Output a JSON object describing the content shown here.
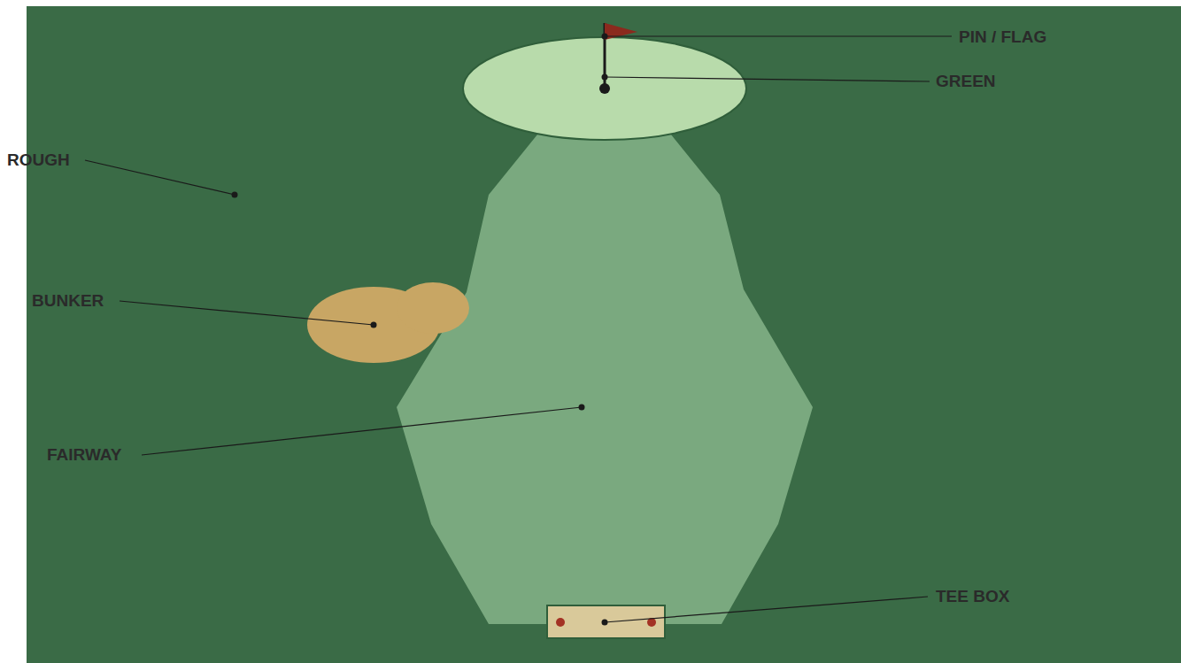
{
  "diagram": {
    "labels": [
      "PIN / FLAG",
      "GREEN",
      "ROUGH",
      "BUNKER",
      "FAIRWAY",
      "TEE BOX"
    ]
  }
}
